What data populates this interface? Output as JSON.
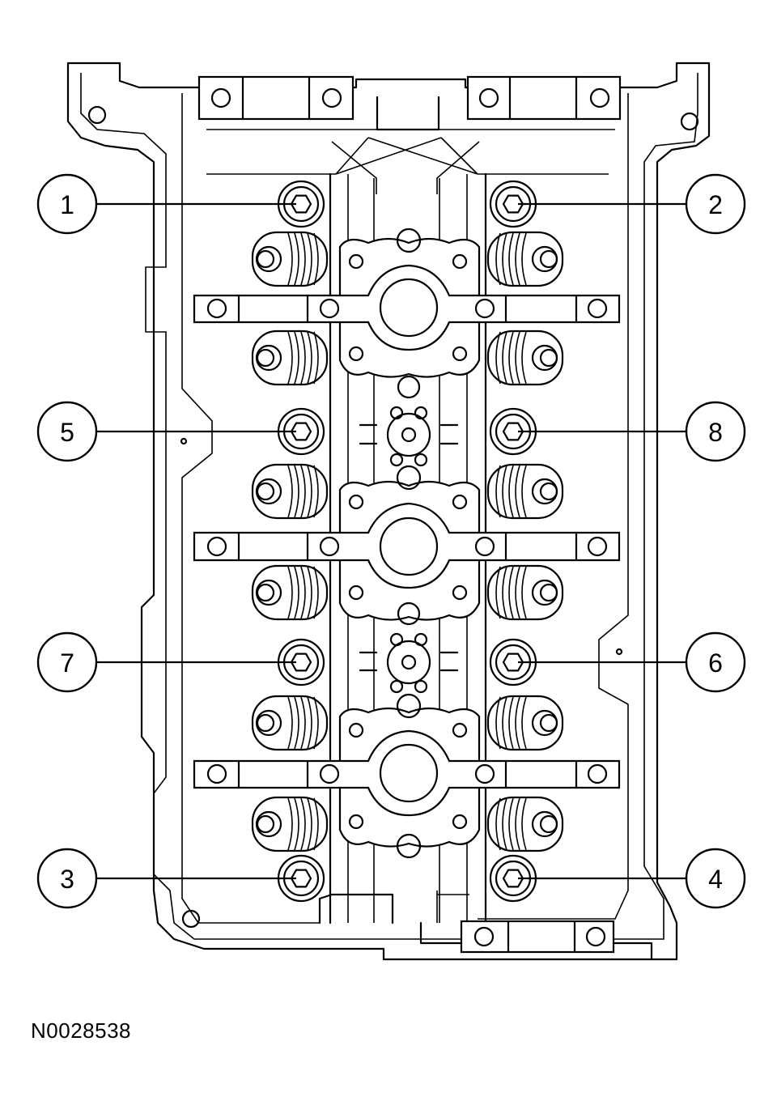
{
  "figure_id": "N0028538",
  "callouts": [
    {
      "label": "1",
      "side": "left"
    },
    {
      "label": "2",
      "side": "right"
    },
    {
      "label": "5",
      "side": "left"
    },
    {
      "label": "8",
      "side": "right"
    },
    {
      "label": "7",
      "side": "left"
    },
    {
      "label": "6",
      "side": "right"
    },
    {
      "label": "3",
      "side": "left"
    },
    {
      "label": "4",
      "side": "right"
    }
  ]
}
